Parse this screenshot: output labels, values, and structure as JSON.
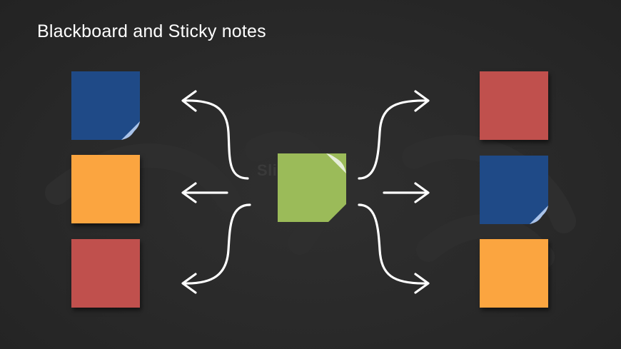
{
  "slide": {
    "title": "Blackboard and Sticky notes",
    "watermark": "SlideModel"
  },
  "colors": {
    "background": "#282828",
    "blue": "#1f4a87",
    "orange": "#fba540",
    "red": "#c0504d",
    "green": "#9bbb59",
    "curl_blue": "#a9c3ea",
    "curl_green": "#e6eed9",
    "arrow": "#ffffff"
  },
  "notes": {
    "left": [
      "blue",
      "orange",
      "red"
    ],
    "center": "green",
    "right": [
      "red",
      "blue",
      "orange"
    ]
  },
  "icons": {
    "arrows": "curved-chalk-arrow-icon",
    "curl": "page-curl-icon"
  }
}
